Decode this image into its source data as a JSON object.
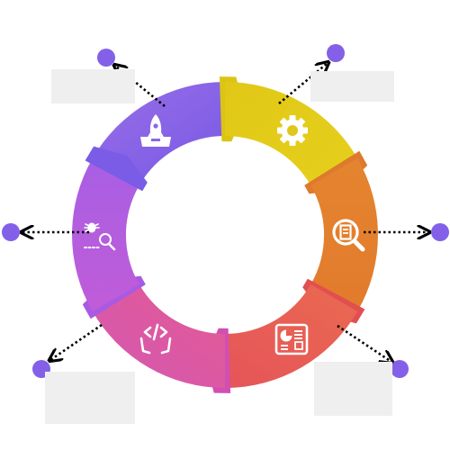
{
  "accent_dot_color": "#8460e8",
  "placeholder_box_color": "#efefef",
  "stages": [
    {
      "id": "launch",
      "icon": "rocket-launch-icon",
      "color": "#8868ea",
      "color2": "#7a5ce6",
      "text": ""
    },
    {
      "id": "settings",
      "icon": "gear-icon",
      "color": "#e4cb17",
      "color2": "#dcc415",
      "text": ""
    },
    {
      "id": "search",
      "icon": "magnify-document-icon",
      "color": "#e7872e",
      "color2": "#de7a2c",
      "text": ""
    },
    {
      "id": "analytics",
      "icon": "dashboard-chart-icon",
      "color": "#e85c52",
      "color2": "#e14f50",
      "text": ""
    },
    {
      "id": "code",
      "icon": "code-hands-icon",
      "color": "#df58a5",
      "color2": "#d14fb1",
      "text": ""
    },
    {
      "id": "debug",
      "icon": "bug-search-icon",
      "color": "#b85be0",
      "color2": "#a85ae2",
      "text": ""
    }
  ]
}
